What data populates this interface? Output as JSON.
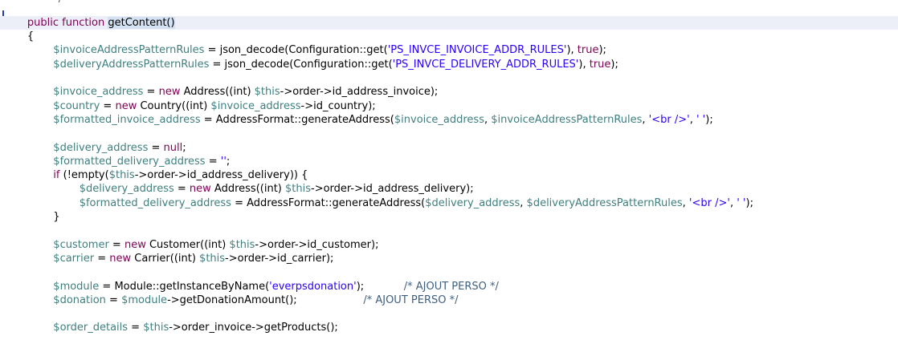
{
  "colors": {
    "background": "#ffffff",
    "current_line": "#eceff7",
    "keyword": "#7f0055",
    "variable": "#3f7f7f",
    "string": "#2a00ff",
    "comment": "#3f5f7f",
    "plain": "#000000"
  },
  "code_lines": [
    {
      "indent": 8,
      "top_cut": true,
      "segments": [
        {
          "text": "*/",
          "type": "comment"
        }
      ]
    },
    {
      "indent": 4,
      "current": true,
      "segments": [
        {
          "text": "public function ",
          "type": "keyword"
        },
        {
          "text": "getContent()",
          "type": "plain",
          "selected": true
        }
      ]
    },
    {
      "indent": 4,
      "segments": [
        {
          "text": "{",
          "type": "plain"
        }
      ]
    },
    {
      "indent": 8,
      "segments": [
        {
          "text": "$invoiceAddressPatternRules",
          "type": "var"
        },
        {
          "text": " = json_decode(Configuration::get(",
          "type": "plain"
        },
        {
          "text": "'PS_INVCE_INVOICE_ADDR_RULES'",
          "type": "str"
        },
        {
          "text": "), ",
          "type": "plain"
        },
        {
          "text": "true",
          "type": "keyword"
        },
        {
          "text": ");",
          "type": "plain"
        }
      ]
    },
    {
      "indent": 8,
      "segments": [
        {
          "text": "$deliveryAddressPatternRules",
          "type": "var"
        },
        {
          "text": " = json_decode(Configuration::get(",
          "type": "plain"
        },
        {
          "text": "'PS_INVCE_DELIVERY_ADDR_RULES'",
          "type": "str"
        },
        {
          "text": "), ",
          "type": "plain"
        },
        {
          "text": "true",
          "type": "keyword"
        },
        {
          "text": ");",
          "type": "plain"
        }
      ]
    },
    {
      "indent": 0,
      "segments": []
    },
    {
      "indent": 8,
      "segments": [
        {
          "text": "$invoice_address",
          "type": "var"
        },
        {
          "text": " = ",
          "type": "plain"
        },
        {
          "text": "new",
          "type": "keyword"
        },
        {
          "text": " Address((int) ",
          "type": "plain"
        },
        {
          "text": "$this",
          "type": "var"
        },
        {
          "text": "->order->id_address_invoice);",
          "type": "plain"
        }
      ]
    },
    {
      "indent": 8,
      "segments": [
        {
          "text": "$country",
          "type": "var"
        },
        {
          "text": " = ",
          "type": "plain"
        },
        {
          "text": "new",
          "type": "keyword"
        },
        {
          "text": " Country((int) ",
          "type": "plain"
        },
        {
          "text": "$invoice_address",
          "type": "var"
        },
        {
          "text": "->id_country);",
          "type": "plain"
        }
      ]
    },
    {
      "indent": 8,
      "segments": [
        {
          "text": "$formatted_invoice_address",
          "type": "var"
        },
        {
          "text": " = AddressFormat::generateAddress(",
          "type": "plain"
        },
        {
          "text": "$invoice_address",
          "type": "var"
        },
        {
          "text": ", ",
          "type": "plain"
        },
        {
          "text": "$invoiceAddressPatternRules",
          "type": "var"
        },
        {
          "text": ", ",
          "type": "plain"
        },
        {
          "text": "'<br />'",
          "type": "str"
        },
        {
          "text": ", ",
          "type": "plain"
        },
        {
          "text": "' '",
          "type": "str"
        },
        {
          "text": ");",
          "type": "plain"
        }
      ]
    },
    {
      "indent": 0,
      "segments": []
    },
    {
      "indent": 8,
      "segments": [
        {
          "text": "$delivery_address",
          "type": "var"
        },
        {
          "text": " = ",
          "type": "plain"
        },
        {
          "text": "null",
          "type": "keyword"
        },
        {
          "text": ";",
          "type": "plain"
        }
      ]
    },
    {
      "indent": 8,
      "segments": [
        {
          "text": "$formatted_delivery_address",
          "type": "var"
        },
        {
          "text": " = ",
          "type": "plain"
        },
        {
          "text": "''",
          "type": "str"
        },
        {
          "text": ";",
          "type": "plain"
        }
      ]
    },
    {
      "indent": 8,
      "segments": [
        {
          "text": "if",
          "type": "keyword"
        },
        {
          "text": " (!empty(",
          "type": "plain"
        },
        {
          "text": "$this",
          "type": "var"
        },
        {
          "text": "->order->id_address_delivery)) {",
          "type": "plain"
        }
      ]
    },
    {
      "indent": 12,
      "segments": [
        {
          "text": "$delivery_address",
          "type": "var"
        },
        {
          "text": " = ",
          "type": "plain"
        },
        {
          "text": "new",
          "type": "keyword"
        },
        {
          "text": " Address((int) ",
          "type": "plain"
        },
        {
          "text": "$this",
          "type": "var"
        },
        {
          "text": "->order->id_address_delivery);",
          "type": "plain"
        }
      ]
    },
    {
      "indent": 12,
      "segments": [
        {
          "text": "$formatted_delivery_address",
          "type": "var"
        },
        {
          "text": " = AddressFormat::generateAddress(",
          "type": "plain"
        },
        {
          "text": "$delivery_address",
          "type": "var"
        },
        {
          "text": ", ",
          "type": "plain"
        },
        {
          "text": "$deliveryAddressPatternRules",
          "type": "var"
        },
        {
          "text": ", ",
          "type": "plain"
        },
        {
          "text": "'<br />'",
          "type": "str"
        },
        {
          "text": ", ",
          "type": "plain"
        },
        {
          "text": "' '",
          "type": "str"
        },
        {
          "text": ");",
          "type": "plain"
        }
      ]
    },
    {
      "indent": 8,
      "segments": [
        {
          "text": "}",
          "type": "plain"
        }
      ]
    },
    {
      "indent": 0,
      "segments": []
    },
    {
      "indent": 8,
      "segments": [
        {
          "text": "$customer",
          "type": "var"
        },
        {
          "text": " = ",
          "type": "plain"
        },
        {
          "text": "new",
          "type": "keyword"
        },
        {
          "text": " Customer((int) ",
          "type": "plain"
        },
        {
          "text": "$this",
          "type": "var"
        },
        {
          "text": "->order->id_customer);",
          "type": "plain"
        }
      ]
    },
    {
      "indent": 8,
      "segments": [
        {
          "text": "$carrier",
          "type": "var"
        },
        {
          "text": " = ",
          "type": "plain"
        },
        {
          "text": "new",
          "type": "keyword"
        },
        {
          "text": " Carrier((int) ",
          "type": "plain"
        },
        {
          "text": "$this",
          "type": "var"
        },
        {
          "text": "->order->id_carrier);",
          "type": "plain"
        }
      ]
    },
    {
      "indent": 0,
      "segments": []
    },
    {
      "indent": 8,
      "segments": [
        {
          "text": "$module",
          "type": "var"
        },
        {
          "text": " = Module::getInstanceByName(",
          "type": "plain"
        },
        {
          "text": "'everpsdonation'",
          "type": "str"
        },
        {
          "text": ");            ",
          "type": "plain"
        },
        {
          "text": "/* AJOUT PERSO */",
          "type": "comment"
        }
      ]
    },
    {
      "indent": 8,
      "segments": [
        {
          "text": "$donation",
          "type": "var"
        },
        {
          "text": " = ",
          "type": "plain"
        },
        {
          "text": "$module",
          "type": "var"
        },
        {
          "text": "->getDonationAmount();                    ",
          "type": "plain"
        },
        {
          "text": "/* AJOUT PERSO */",
          "type": "comment"
        }
      ]
    },
    {
      "indent": 0,
      "segments": []
    },
    {
      "indent": 8,
      "segments": [
        {
          "text": "$order_details",
          "type": "var"
        },
        {
          "text": " = ",
          "type": "plain"
        },
        {
          "text": "$this",
          "type": "var"
        },
        {
          "text": "->order_invoice->getProducts();",
          "type": "plain"
        }
      ]
    }
  ]
}
